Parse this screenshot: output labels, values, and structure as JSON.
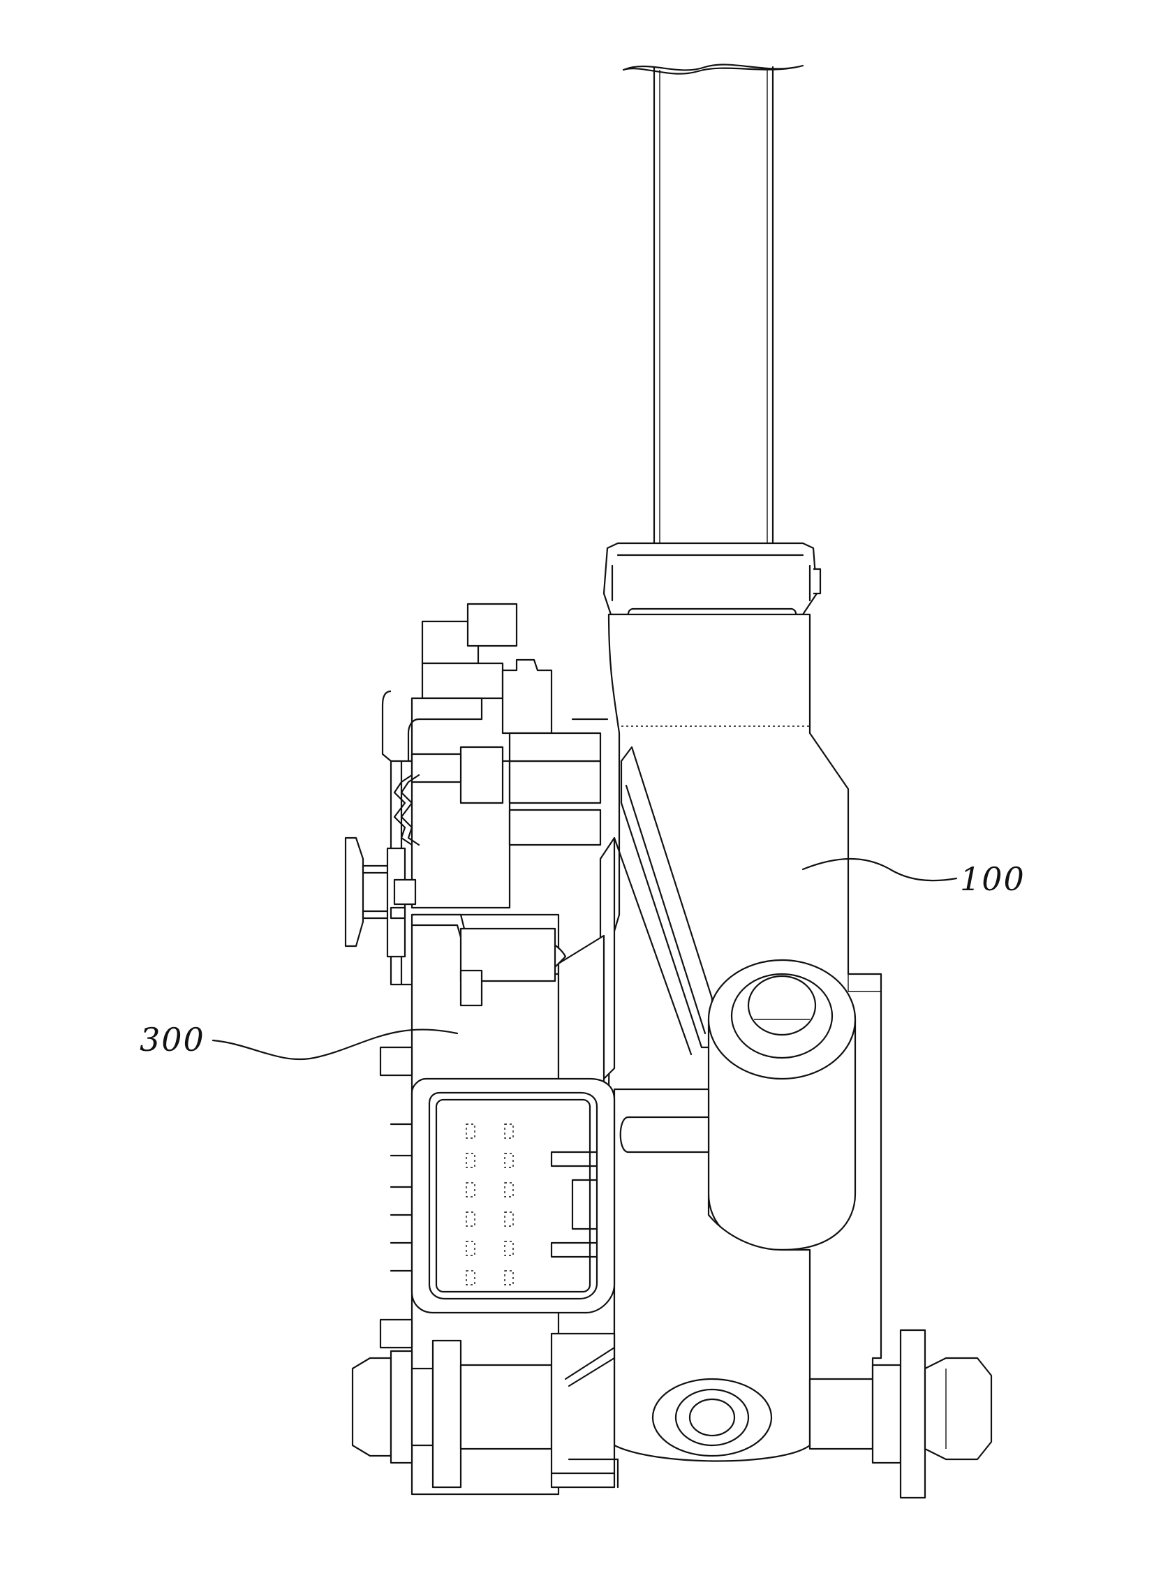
{
  "figure": {
    "reference_labels": [
      {
        "id": "housing",
        "text": "100"
      },
      {
        "id": "bracket",
        "text": "300"
      }
    ],
    "colors": {
      "line": "#111111",
      "background": "#ffffff"
    }
  }
}
